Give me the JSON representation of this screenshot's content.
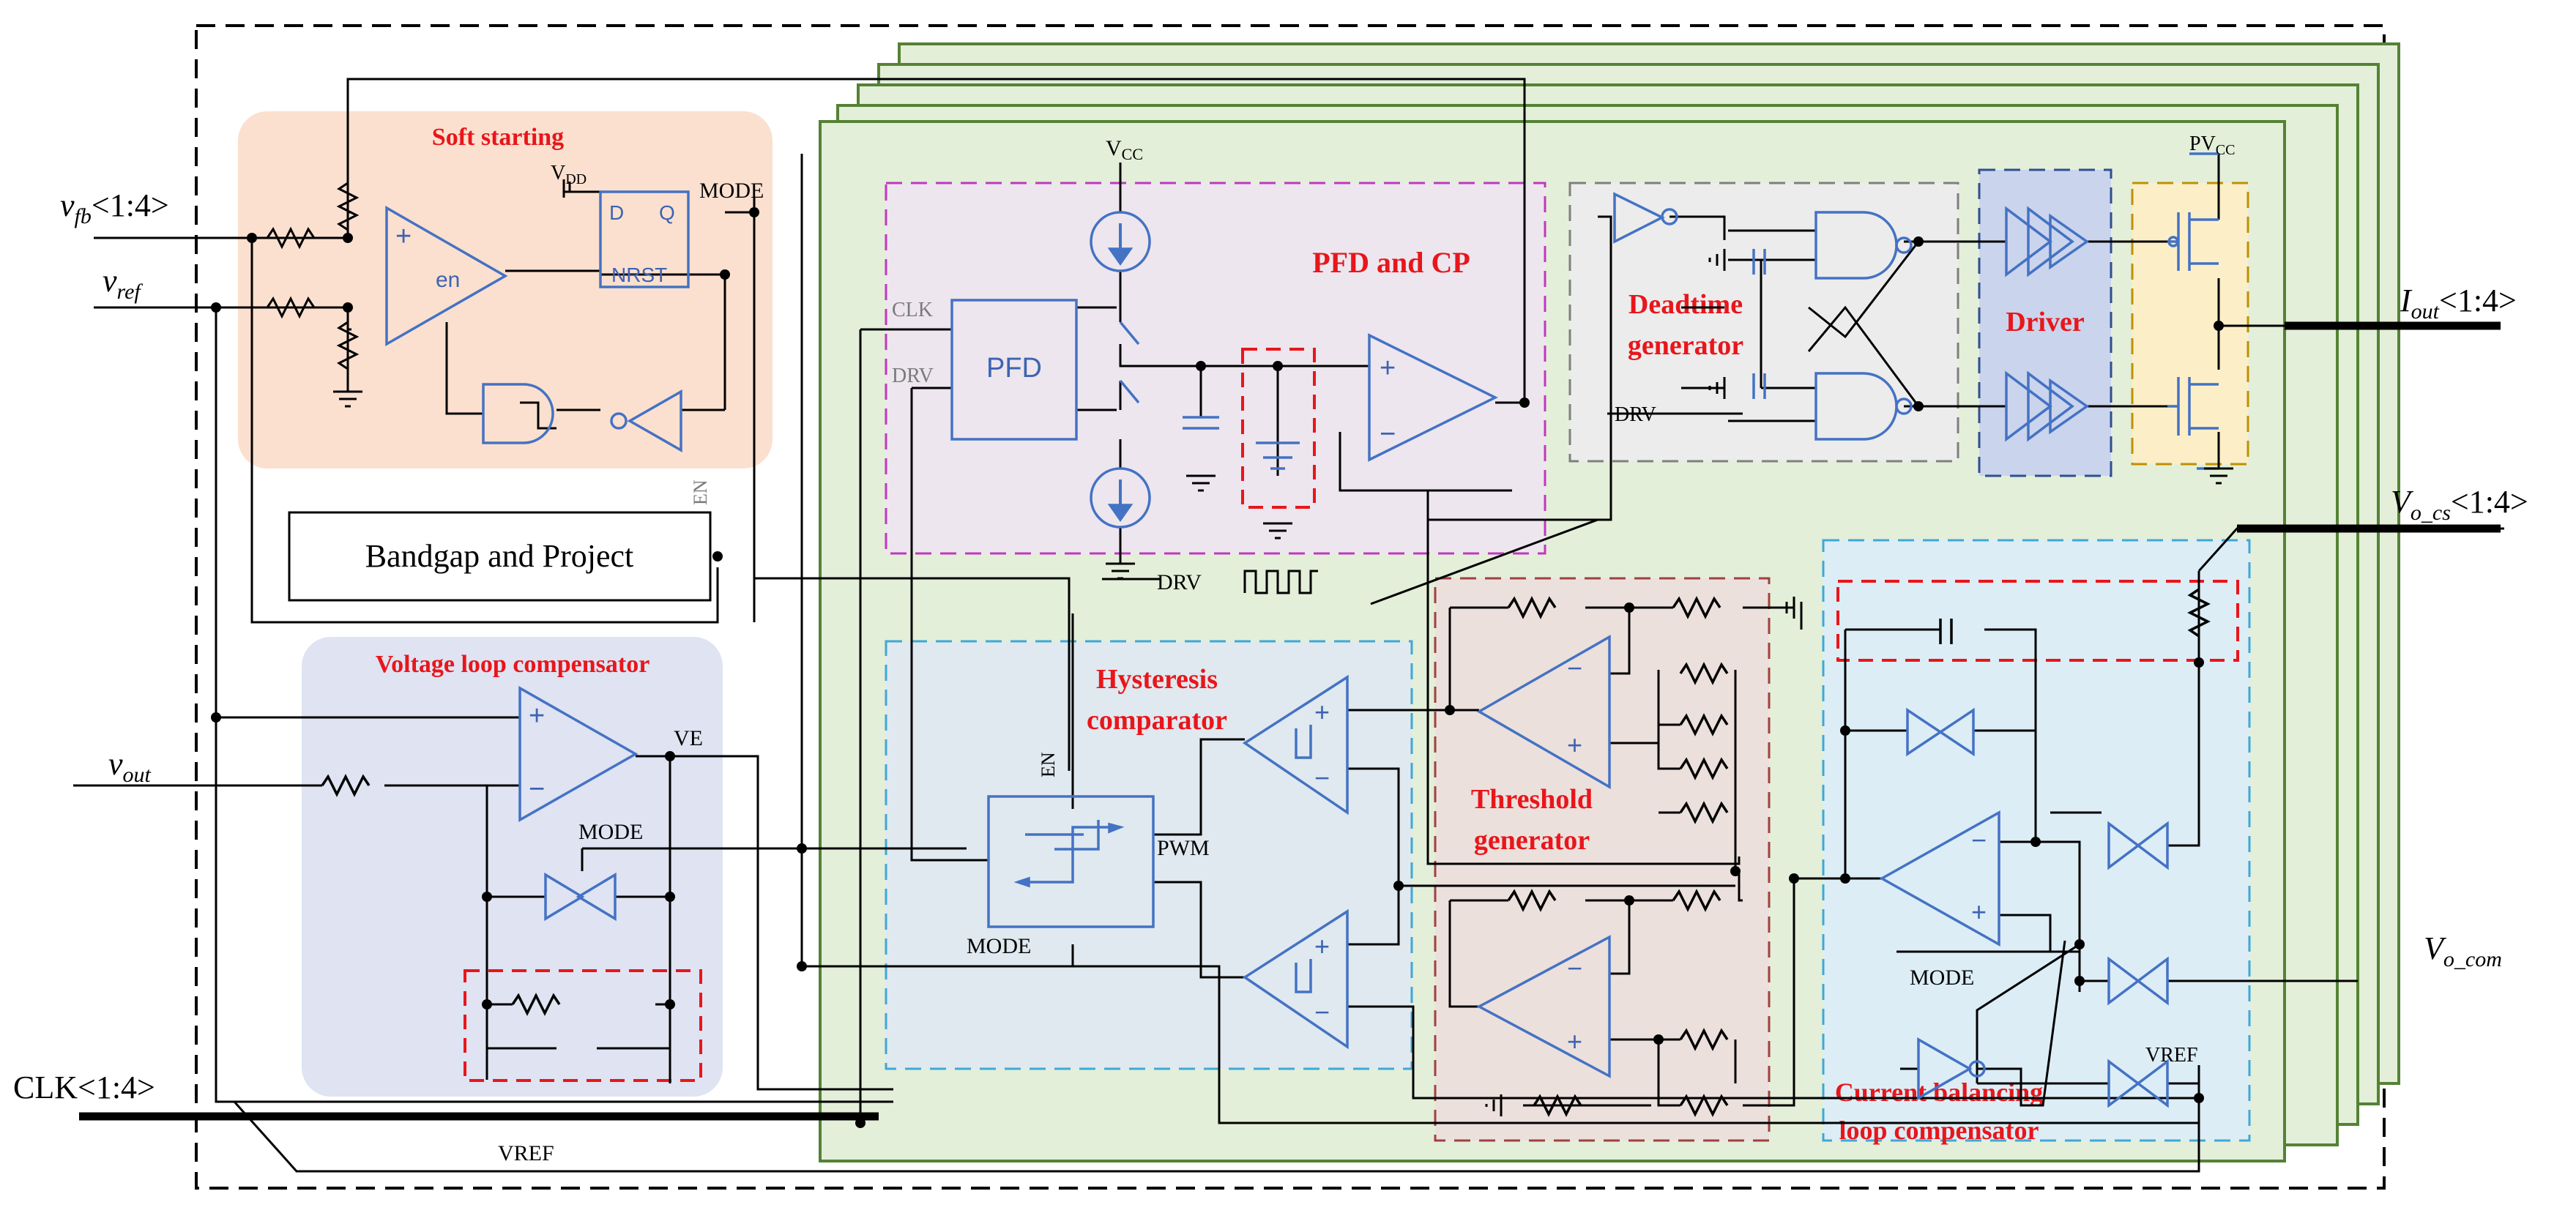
{
  "blocks": {
    "soft_starting": "Soft starting",
    "voltage_loop": "Voltage loop compensator",
    "bandgap": "Bandgap and Project",
    "pfd_cp": "PFD and CP",
    "deadtime": "Deadtime",
    "deadtime2": "generator",
    "driver": "Driver",
    "hysteresis": "Hysteresis",
    "hysteresis2": "comparator",
    "threshold": "Threshold",
    "threshold2": "generator",
    "current_balancing": "Current balancing",
    "current_balancing2": "loop compensator",
    "pfd": "PFD"
  },
  "io": {
    "vfb": "v",
    "vfb_sub": "fb",
    "vfb_suffix": "<1:4>",
    "vref": "v",
    "vref_sub": "ref",
    "vout": "v",
    "vout_sub": "out",
    "clk": "CLK<1:4>",
    "iout": "I",
    "iout_sub": "out",
    "iout_suffix": "<1:4>",
    "vocs": "V",
    "vocs_sub": "o_cs",
    "vocs_suffix": "<1:4>",
    "vocom": "V",
    "vocom_sub": "o_com"
  },
  "signals": {
    "mode": "MODE",
    "en": "EN",
    "ve": "VE",
    "pwm": "PWM",
    "vref": "VREF",
    "drv": "DRV",
    "clk": "CLK",
    "vdd": "V",
    "vdd_sub": "DD",
    "vcc": "V",
    "vcc_sub": "CC",
    "pvcc": "PV",
    "pvcc_sub": "CC",
    "d": "D",
    "q": "Q",
    "nrst": "NRST",
    "en_amp": "en",
    "plus": "+",
    "minus": "−"
  },
  "colors": {
    "soft_fill": "#fbe0cf",
    "voltage_fill": "#dfe3f2",
    "green_fill": "#e3efd9",
    "green_border": "#548235",
    "symbol": "#4472c4",
    "label_red": "#e8161b"
  }
}
